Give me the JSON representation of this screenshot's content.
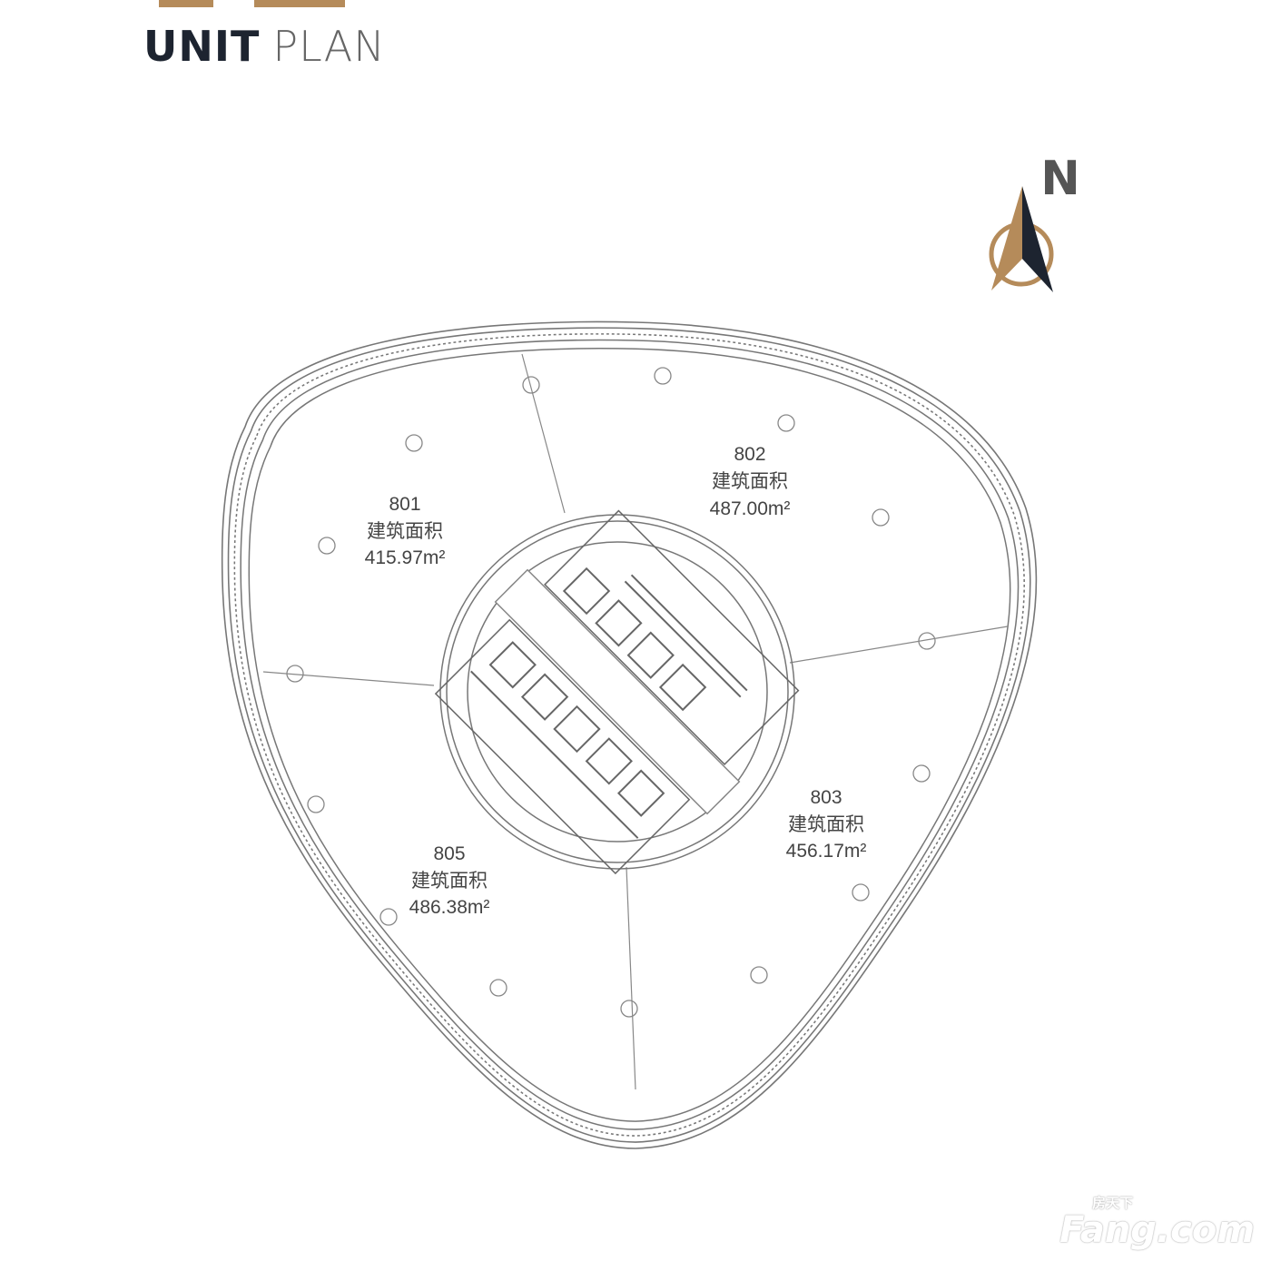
{
  "header": {
    "title_bold": "UNIT",
    "title_light": "PLAN"
  },
  "compass": {
    "label": "N",
    "colors": {
      "dark": "#1d2430",
      "gold": "#b58b5a"
    }
  },
  "units": [
    {
      "number": "801",
      "area_label": "建筑面积",
      "area": "415.97m²"
    },
    {
      "number": "802",
      "area_label": "建筑面积",
      "area": "487.00m²"
    },
    {
      "number": "803",
      "area_label": "建筑面积",
      "area": "456.17m²"
    },
    {
      "number": "805",
      "area_label": "建筑面积",
      "area": "486.38m²"
    }
  ],
  "watermark": {
    "brand": "Fang.com",
    "chinese": "房天下"
  }
}
